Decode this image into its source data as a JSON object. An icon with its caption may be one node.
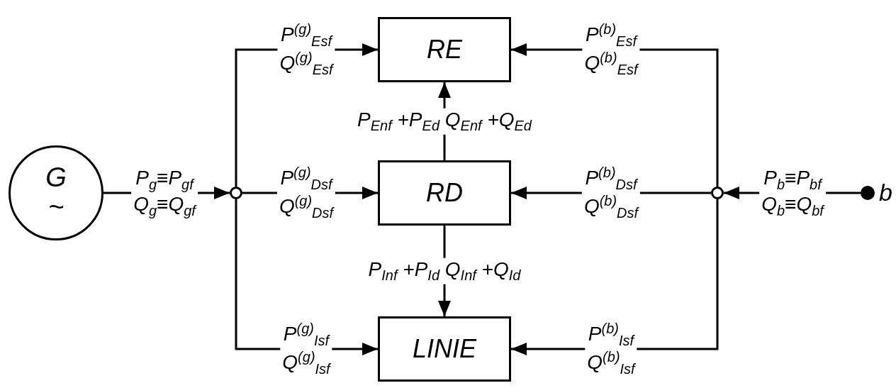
{
  "diagram": {
    "nodes": [
      {
        "text": [
          "G",
          "~"
        ]
      },
      {
        "text": [],
        "shape": "circle"
      },
      {
        "text": [
          "RE"
        ]
      },
      {
        "text": [
          "RD"
        ]
      },
      {
        "text": [
          "LINIE"
        ]
      },
      {
        "text": [],
        "shape": "circle"
      },
      {
        "text": [],
        "shape": "circle",
        "beside": [
          "b"
        ]
      }
    ],
    "edges": [
      {
        "from": 0,
        "to": 1,
        "arrow": "to",
        "label": "P$_{g}$≡P$_{gf}$ Q$_{g}$≡Q$_{gf}$"
      },
      {
        "from": 1,
        "to": 2,
        "arrow": "to",
        "label": "P$^{(g)}$$_{Esf}$ Q$^{(g)}$$_{Esf}$"
      },
      {
        "from": 1,
        "to": 3,
        "arrow": "to",
        "label": "P$^{(g)}$$_{Dsf}$ Q$^{(g)}$$_{Dsf}$"
      },
      {
        "from": 1,
        "to": 4,
        "arrow": "to",
        "label": "P$^{(g)}$$_{Isf}$ Q$^{(g)}$$_{Isf}$"
      },
      {
        "from": 3,
        "to": 2,
        "arrow": "to",
        "label": "P$_{Enf}$ +P$_{Ed}$ Q$_{Enf}$ +Q$_{Ed}$"
      },
      {
        "from": 3,
        "to": 4,
        "arrow": "to",
        "label": "P$_{Inf}$ +P$_{Id}$ Q$_{Inf}$ +Q$_{Id}$"
      },
      {
        "from": 6,
        "to": 5,
        "arrow": "to",
        "label": "P$_{b}$≡P$_{bf}$ Q$_{b}$≡Q$_{bf}$"
      },
      {
        "from": 5,
        "to": 2,
        "arrow": "to",
        "label": "P$^{(b)}$$_{Esf}$ Q$^{(b)}$$_{Esf}$"
      },
      {
        "from": 5,
        "to": 3,
        "arrow": "to",
        "label": "P$^{(b)}$$_{Dsf}$ Q$^{(b)}$$_{Dsf}$"
      },
      {
        "from": 5,
        "to": 4,
        "arrow": "to",
        "label": "P$^{(b)}$$_{Isf}$ Q$^{(b)}$$_{Isf}$"
      }
    ]
  }
}
